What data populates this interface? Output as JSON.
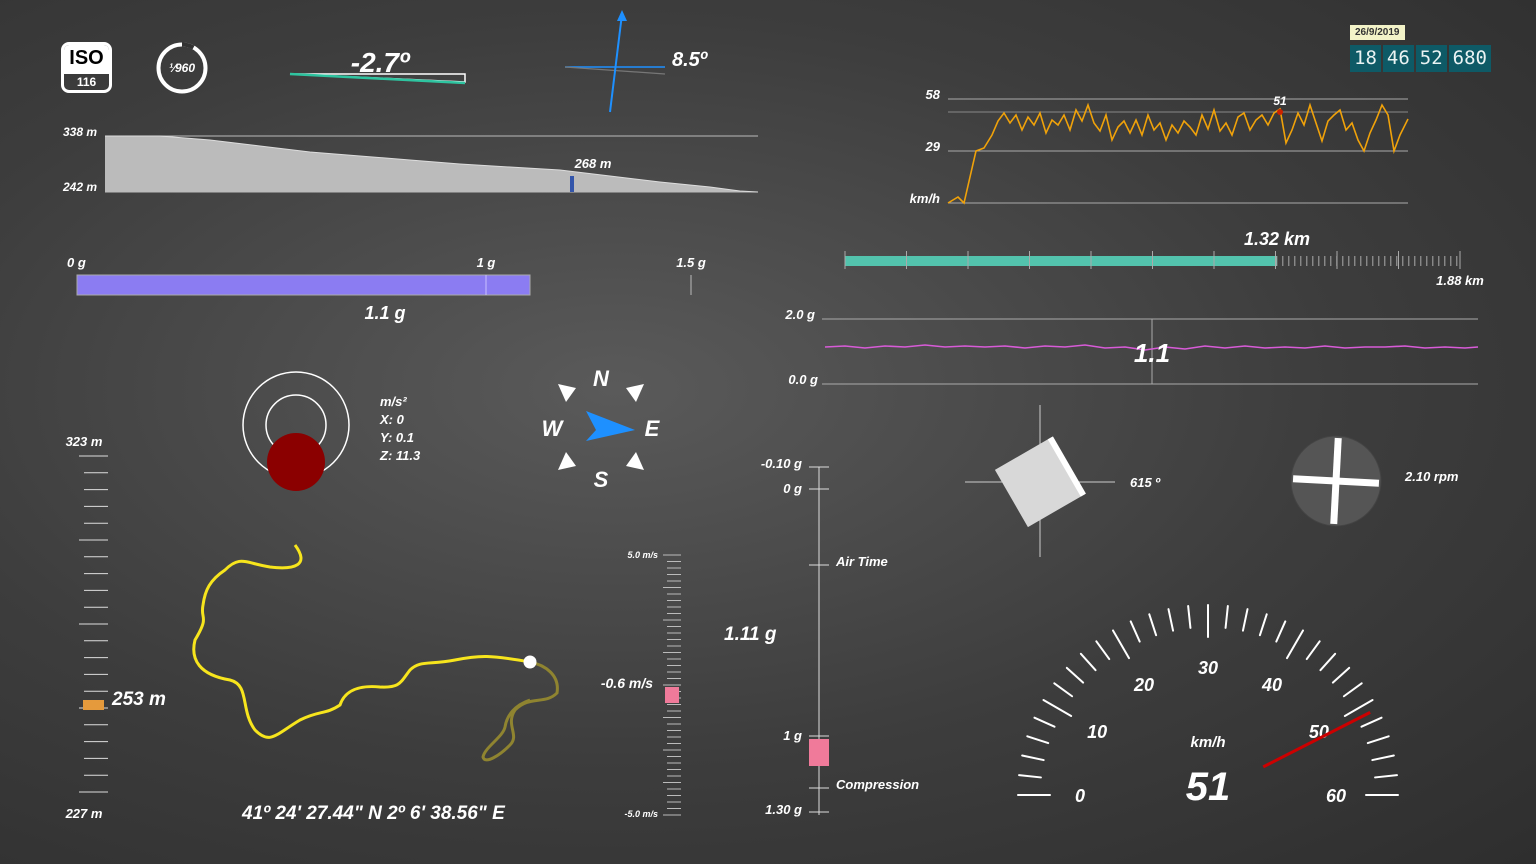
{
  "iso": {
    "label": "ISO",
    "value": "116"
  },
  "shutter": {
    "label": "¹⁄960"
  },
  "roll": {
    "value": "-2.7º"
  },
  "pitch": {
    "value": "8.5º"
  },
  "timecode": {
    "date": "26/9/2019",
    "hours": "18",
    "minutes": "46",
    "seconds": "52",
    "ms": "680"
  },
  "elevation_profile": {
    "max_label": "338 m",
    "min_label": "242 m",
    "current_label": "268 m",
    "max": 338,
    "min": 242,
    "current": 268,
    "progress": 0.71
  },
  "speed_chart": {
    "max_label": "58",
    "mid_label": "29",
    "unit_label": "km/h",
    "marker_label": "51"
  },
  "gforce_bar": {
    "start_label": "0 g",
    "mid_label": "1 g",
    "end_label": "1.5 g",
    "value_label": "1.1 g",
    "value": 1.1,
    "max": 1.5,
    "color": "#8b7cf2"
  },
  "distance_bar": {
    "value_label": "1.32 km",
    "total_label": "1.88 km",
    "value": 1.32,
    "total": 1.88,
    "color": "#53c3ad"
  },
  "gforce_chart": {
    "max_label": "2.0 g",
    "min_label": "0.0 g",
    "value_label": "1.1",
    "color": "#d85bd8"
  },
  "accelerometer": {
    "unit": "m/s²",
    "x": "X: 0",
    "y": "Y: 0.1",
    "z": "Z: 11.3"
  },
  "compass": {
    "n": "N",
    "s": "S",
    "e": "E",
    "w": "W",
    "accent": "#1e90ff"
  },
  "altitude_ruler": {
    "max_label": "323 m",
    "min_label": "227 m",
    "current_label": "253 m",
    "max": 323,
    "min": 227,
    "current": 253,
    "marker_color": "#e59a3c"
  },
  "coordinates": {
    "text": "41º 24' 27.44\" N 2º 6' 38.56\" E"
  },
  "vertical_speed": {
    "max_label": "5.0 m/s",
    "min_label": "-5.0 m/s",
    "value_label": "-0.6 m/s",
    "max": 5.0,
    "min": -5.0,
    "value": -0.6,
    "marker_color": "#f07a9a"
  },
  "gforce_scale": {
    "value_label": "1.11 g",
    "top_label": "-0.10 g",
    "zero_label": "0 g",
    "one_label": "1 g",
    "bottom_label": "1.30 g",
    "air_time_label": "Air Time",
    "compression_label": "Compression"
  },
  "rotation": {
    "value_label": "615 º"
  },
  "rpm": {
    "value_label": "2.10 rpm"
  },
  "speedometer": {
    "unit": "km/h",
    "value": "51",
    "ticks": [
      "0",
      "10",
      "20",
      "30",
      "40",
      "50",
      "60"
    ],
    "needle_color": "#cc0000"
  }
}
